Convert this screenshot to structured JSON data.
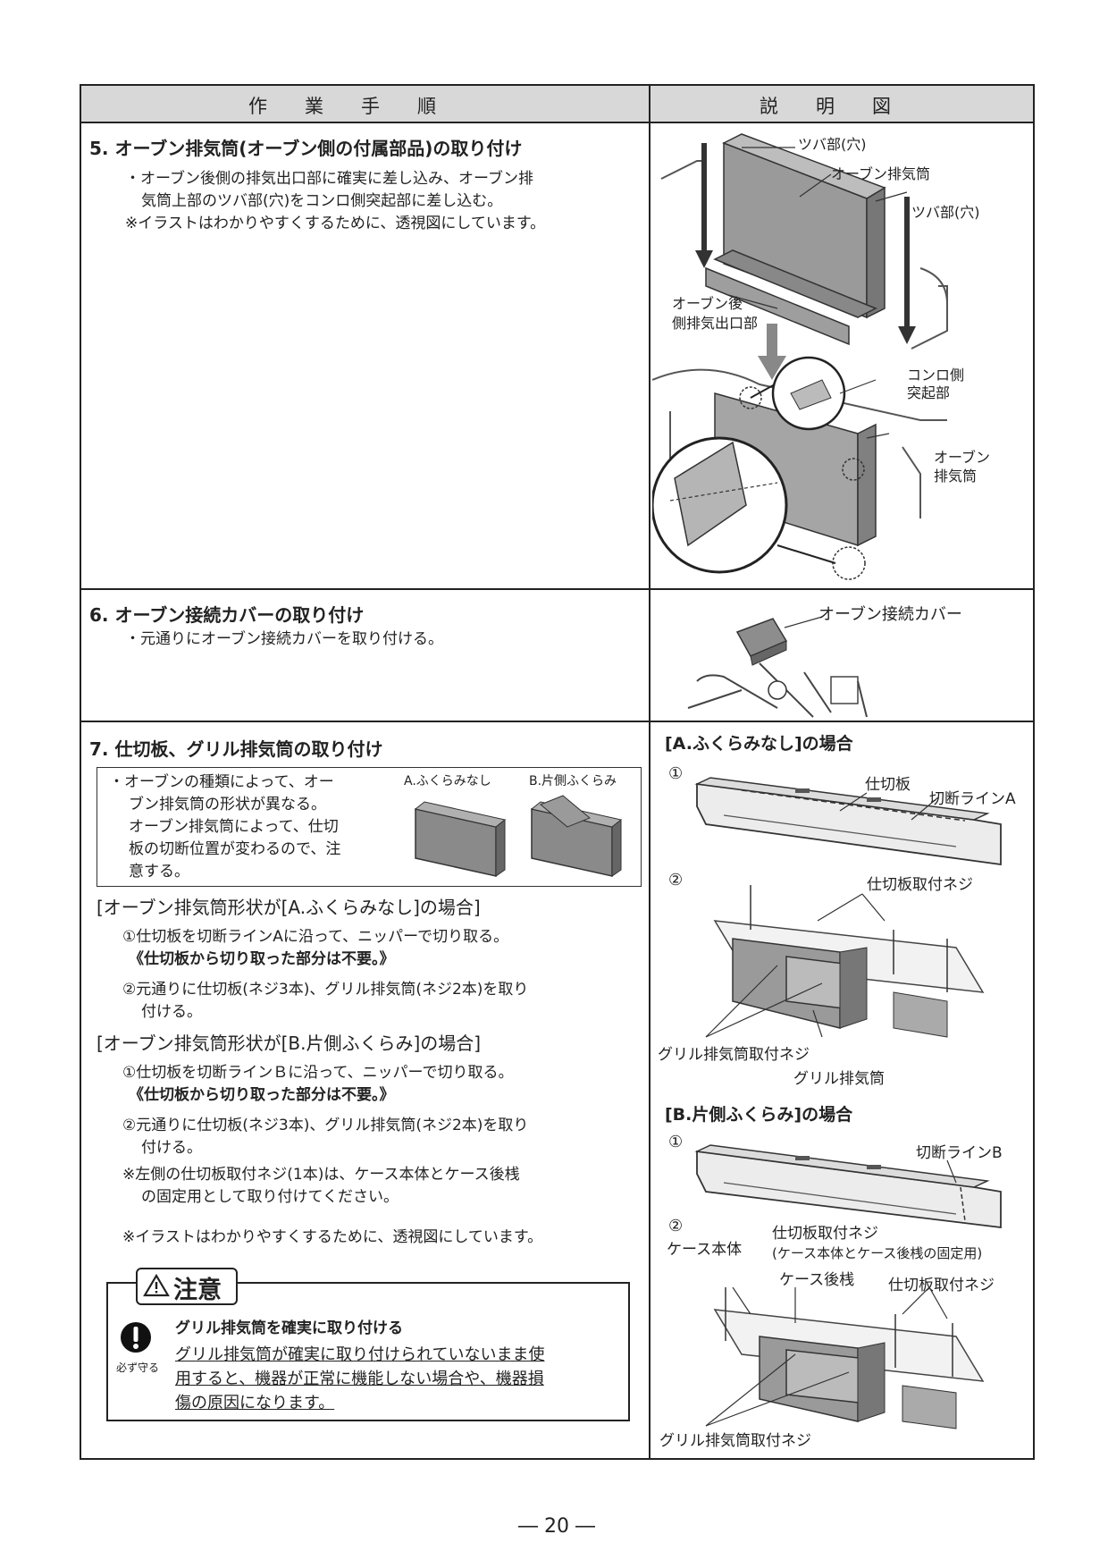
{
  "header": {
    "col1": "作　　業　　手　　順",
    "col2": "説　　明　　図"
  },
  "step5": {
    "title": "5. オーブン排気筒(オーブン側の付属部品)の取り付け",
    "bullet_line1": "・オーブン後側の排気出口部に確実に差し込み、オーブン排",
    "bullet_line2": "気筒上部のツバ部(穴)をコンロ側突起部に差し込む。",
    "note": "※イラストはわかりやすくするために、透視図にしています。",
    "labels": {
      "flange_hole_1": "ツバ部(穴)",
      "oven_duct": "オーブン排気筒",
      "flange_hole_2": "ツバ部(穴)",
      "outlet_line1": "オーブン後",
      "outlet_line2": "側排気出口部",
      "stove_line1": "コンロ側",
      "stove_line2": "突起部",
      "duct2_line1": "オーブン",
      "duct2_line2": "排気筒"
    }
  },
  "step6": {
    "title": "6. オーブン接続カバーの取り付け",
    "bullet": "・元通りにオーブン接続カバーを取り付ける。",
    "label_cover": "オーブン接続カバー"
  },
  "step7": {
    "title": "7. 仕切板、グリル排気筒の取り付け",
    "box_line1": "・オーブンの種類によって、オー",
    "box_line2": "ブン排気筒の形状が異なる。",
    "box_line3": "オーブン排気筒によって、仕切",
    "box_line4": "板の切断位置が変わるので、注",
    "box_line5": "意する。",
    "box_label_a": "A.ふくらみなし",
    "box_label_b": "B.片側ふくらみ",
    "caseA_title": "[オーブン排気筒形状が[A.ふくらみなし]の場合]",
    "caseA_1": "①仕切板を切断ラインAに沿って、ニッパーで切り取る。",
    "caseA_1b": "《仕切板から切り取った部分は不要。》",
    "caseA_2a": "②元通りに仕切板(ネジ3本)、グリル排気筒(ネジ2本)を取り",
    "caseA_2b": "付ける。",
    "caseB_title": "[オーブン排気筒形状が[B.片側ふくらみ]の場合]",
    "caseB_1": "①仕切板を切断ラインＢに沿って、ニッパーで切り取る。",
    "caseB_1b": "《仕切板から切り取った部分は不要。》",
    "caseB_2a": "②元通りに仕切板(ネジ3本)、グリル排気筒(ネジ2本)を取り",
    "caseB_2b": "付ける。",
    "caseB_3a": "※左側の仕切板取付ネジ(1本)は、ケース本体とケース後桟",
    "caseB_3b": "の固定用として取り付けてください。",
    "note": "※イラストはわかりやすくするために、透視図にしています。",
    "caution": {
      "title": "注意",
      "heading": "グリル排気筒を確実に取り付ける",
      "line1": "グリル排気筒が確実に取り付けられていないまま使",
      "line2": "用すると、機器が正常に機能しない場合や、機器損",
      "line3": "傷の原因になります。",
      "must": "必ず守る"
    },
    "right": {
      "a_title": "[A.ふくらみなし]の場合",
      "a1_num": "①",
      "a1_partition": "仕切板",
      "a1_cutline": "切断ラインA",
      "a2_num": "②",
      "a2_screw": "仕切板取付ネジ",
      "a2_grill_screw": "グリル排気筒取付ネジ",
      "a2_grill_duct": "グリル排気筒",
      "b_title": "[B.片側ふくらみ]の場合",
      "b1_num": "①",
      "b1_cutline": "切断ラインB",
      "b2_num": "②",
      "b2_case": "ケース本体",
      "b2_screw_fix1": "仕切板取付ネジ",
      "b2_screw_fix2": "(ケース本体とケース後桟の固定用)",
      "b2_rear": "ケース後桟",
      "b2_screw": "仕切板取付ネジ",
      "b2_grill_screw": "グリル排気筒取付ネジ"
    }
  },
  "footer": {
    "page": "― 20 ―"
  }
}
